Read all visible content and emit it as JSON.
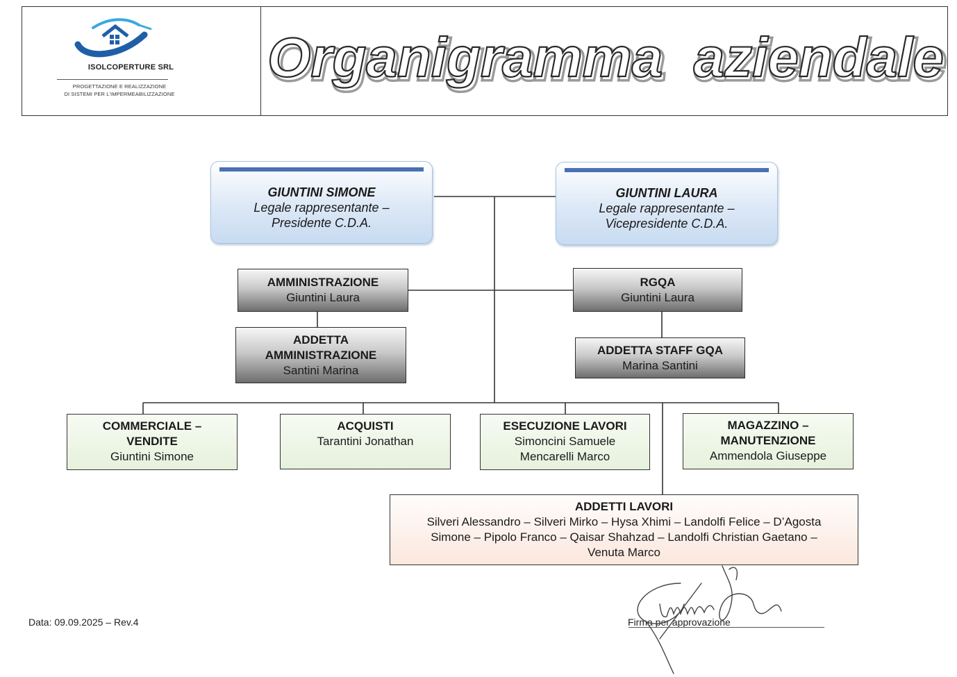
{
  "header": {
    "company_name": "ISOLCOPERTURE SRL",
    "company_tagline_line1": "PROGETTAZIONE E REALIZZAZIONE",
    "company_tagline_line2": "DI SISTEMI PER L'IMPERMEABILIZZAZIONE",
    "title": "Organigramma  aziendale"
  },
  "executives": [
    {
      "name": "GIUNTINI SIMONE",
      "role_line1": "Legale rappresentante –",
      "role_line2": "Presidente C.D.A."
    },
    {
      "name": "GIUNTINI LAURA",
      "role_line1": "Legale rappresentante –",
      "role_line2": "Vicepresidente C.D.A."
    }
  ],
  "staff": {
    "amministrazione": {
      "title": "AMMINISTRAZIONE",
      "person": "Giuntini Laura"
    },
    "addetta_amministrazione": {
      "title_line1": "ADDETTA",
      "title_line2": "AMMINISTRAZIONE",
      "person": "Santini Marina"
    },
    "rgqa": {
      "title": "RGQA",
      "person": "Giuntini Laura"
    },
    "addetta_staff_gqa": {
      "title": "ADDETTA STAFF GQA",
      "person": "Marina Santini"
    }
  },
  "departments": [
    {
      "title_line1": "COMMERCIALE –",
      "title_line2": "VENDITE",
      "person_line1": "Giuntini Simone",
      "person_line2": ""
    },
    {
      "title_line1": "ACQUISTI",
      "title_line2": "",
      "person_line1": "Tarantini Jonathan",
      "person_line2": ""
    },
    {
      "title_line1": "ESECUZIONE LAVORI",
      "title_line2": "",
      "person_line1": "Simoncini Samuele",
      "person_line2": "Mencarelli Marco"
    },
    {
      "title_line1": "MAGAZZINO –",
      "title_line2": "MANUTENZIONE",
      "person_line1": "Ammendola Giuseppe",
      "person_line2": ""
    }
  ],
  "workers": {
    "title": "ADDETTI LAVORI",
    "line1": "Silveri Alessandro – Silveri Mirko – Hysa Xhimi – Landolfi Felice – D’Agosta",
    "line2": "Simone – Pipolo Franco – Qaisar Shahzad – Landolfi Christian Gaetano –",
    "line3": "Venuta Marco"
  },
  "footer": {
    "date_rev": "Data: 09.09.2025 – Rev.4",
    "signature_label": "Firma per approvazione"
  },
  "colors": {
    "exec_bar": "#4a70b5",
    "exec_fill": "#dce8f6",
    "dept_fill": "#e6f1dc",
    "workers_fill": "#fbe7dd",
    "logo_blue": "#1f5fa8",
    "logo_light_blue": "#39a9e0"
  }
}
